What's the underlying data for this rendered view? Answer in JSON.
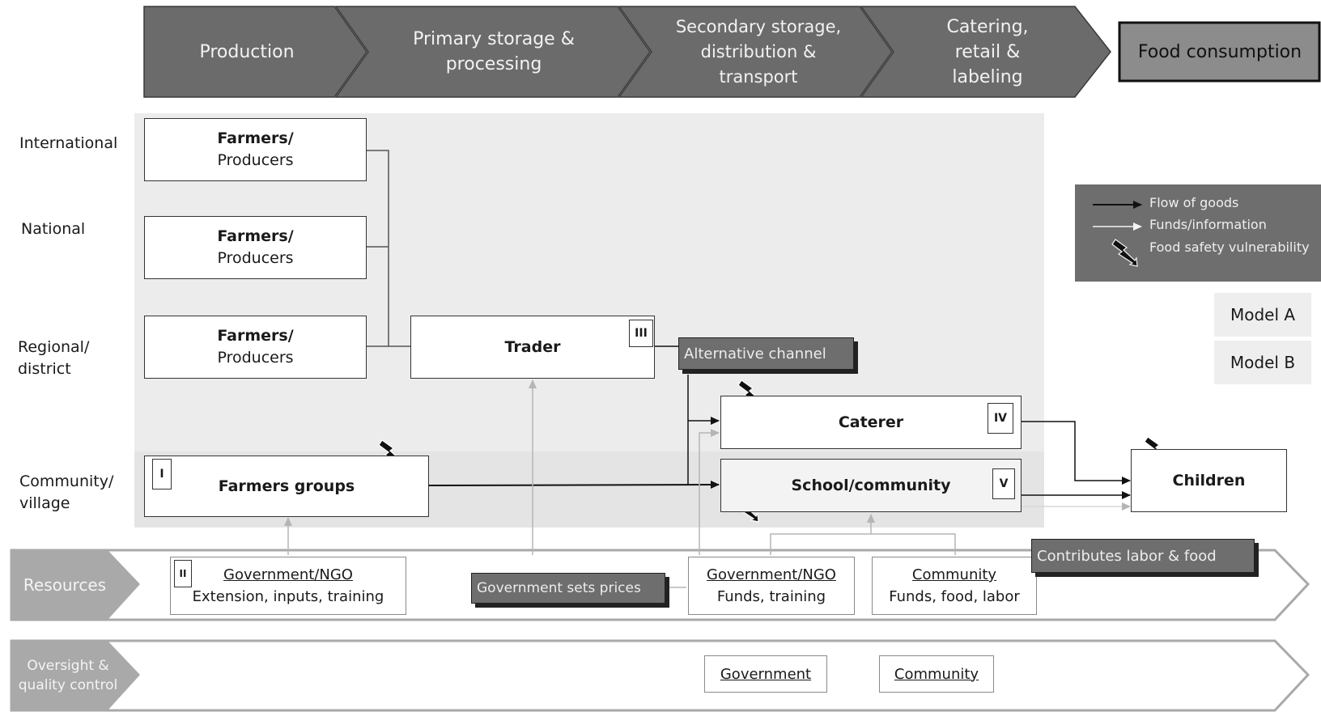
{
  "stages": [
    {
      "label": "Production"
    },
    {
      "label": "Primary storage & processing"
    },
    {
      "label": "Secondary storage, distribution & transport"
    },
    {
      "label": "Catering, retail & labeling"
    },
    {
      "label": "Food consumption"
    }
  ],
  "levels": {
    "international": "International",
    "national": "National",
    "regional": "Regional/ district",
    "community": "Community/ village"
  },
  "actors": {
    "farmers_title": "Farmers/",
    "farmers_sub": "Producers",
    "trader": "Trader",
    "trader_tag": "III",
    "alternative_channel": "Alternative channel",
    "caterer": "Caterer",
    "caterer_tag": "IV",
    "farmers_groups": "Farmers groups",
    "farmers_groups_tag": "I",
    "school": "School/community",
    "school_tag": "V",
    "children": "Children"
  },
  "legend": {
    "flow_goods": "Flow of goods",
    "funds_info": "Funds/information",
    "vulnerability": "Food safety vulnerability"
  },
  "models": {
    "a": "Model A",
    "b": "Model B"
  },
  "resources": {
    "label": "Resources",
    "gov_ngo_1_tag": "II",
    "gov_ngo_1_title": "Government/NGO",
    "gov_ngo_1_text": "Extension, inputs, training",
    "gov_prices": "Government  sets prices",
    "gov_ngo_2_title": "Government/NGO",
    "gov_ngo_2_text": "Funds, training",
    "community_title": "Community",
    "community_text": "Funds, food, labor",
    "contributes": "Contributes labor & food"
  },
  "oversight": {
    "label": "Oversight & quality control",
    "government": "Government",
    "community": "Community"
  },
  "colors": {
    "stage_fill": "#6b6b6b",
    "band_fill": "#ececec",
    "legend_fill": "#6e6e6e",
    "arrow_band_fill": "#bdbdbd"
  },
  "icons": [
    "chevron-arrow-icon",
    "lightning-bolt-icon",
    "arrow-right-icon"
  ]
}
